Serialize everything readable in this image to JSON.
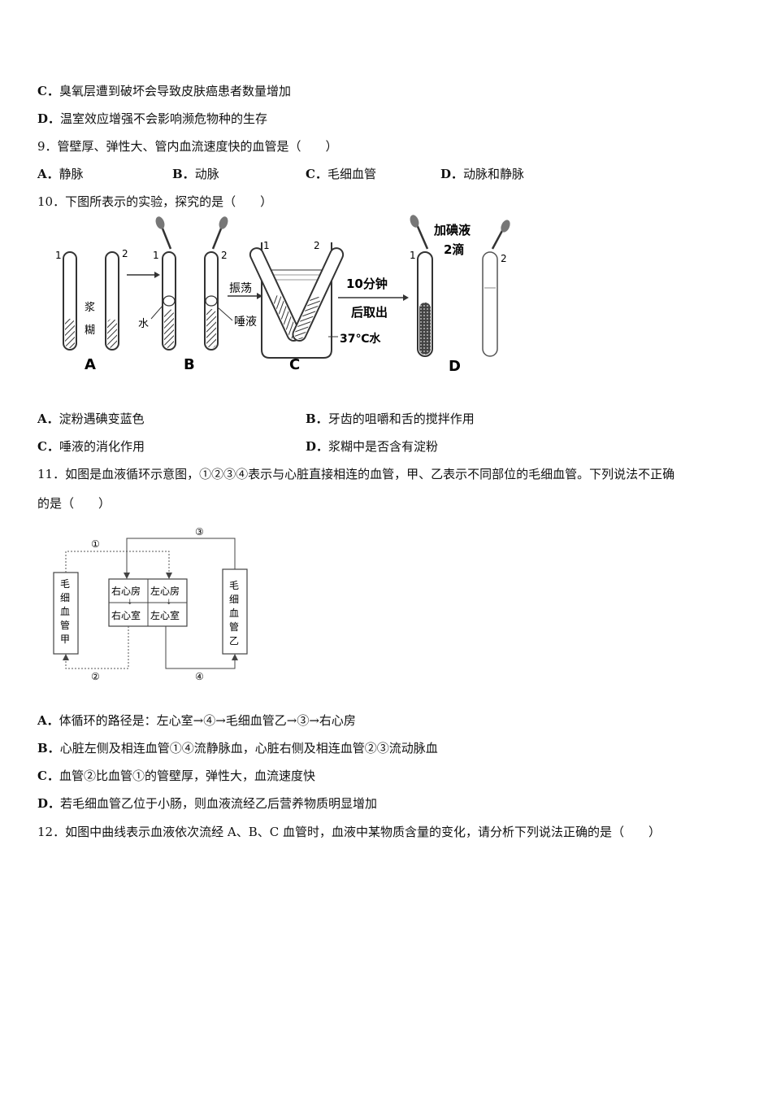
{
  "q8": {
    "optC": "C．臭氧层遭到破坏会导致皮肤癌患者数量增加",
    "optD": "D．温室效应增强不会影响濒危物种的生存"
  },
  "q9": {
    "stem": "9．管壁厚、弹性大、管内血流速度快的血管是（　　）",
    "optA": "A．静脉",
    "optB": "B．动脉",
    "optC": "C．毛细血管",
    "optD": "D．动脉和静脉"
  },
  "q10": {
    "stem": "10．下图所表示的实验，探究的是（　　）",
    "figure": {
      "tube1": "1",
      "tube2": "2",
      "paste": "浆糊",
      "water": "水",
      "shake": "振荡",
      "saliva": "唾液",
      "ten_min": "10分钟",
      "take_out": "后取出",
      "water37": "37℃水",
      "iodine": "加碘液",
      "two_drops": "2滴",
      "labelA": "A",
      "labelB": "B",
      "labelC": "C",
      "labelD": "D"
    },
    "optA": "A．淀粉遇碘变蓝色",
    "optB": "B．牙齿的咀嚼和舌的搅拌作用",
    "optC": "C．唾液的消化作用",
    "optD": "D．浆糊中是否含有淀粉"
  },
  "q11": {
    "stem_line1": "11．如图是血液循环示意图，①②③④表示与心脏直接相连的血管，甲、乙表示不同部位的毛细血管。下列说法不正确",
    "stem_line2": "的是（　　）",
    "figure": {
      "cap_left": "毛细血管甲",
      "cap_right": "毛细血管乙",
      "right_atrium": "右心房",
      "left_atrium": "左心房",
      "right_ventricle": "右心室",
      "left_ventricle": "左心室",
      "v1": "①",
      "v2": "②",
      "v3": "③",
      "v4": "④"
    },
    "optA": "A．体循环的路径是：左心室→④→毛细血管乙→③→右心房",
    "optB": "B．心脏左侧及相连血管①④流静脉血，心脏右侧及相连血管②③流动脉血",
    "optC": "C．血管②比血管①的管壁厚，弹性大，血流速度快",
    "optD": "D．若毛细血管乙位于小肠，则血液流经乙后营养物质明显增加"
  },
  "q12": {
    "stem": "12．如图中曲线表示血液依次流经 A、B、C 血管时，血液中某物质含量的变化，请分析下列说法正确的是（　　）"
  }
}
